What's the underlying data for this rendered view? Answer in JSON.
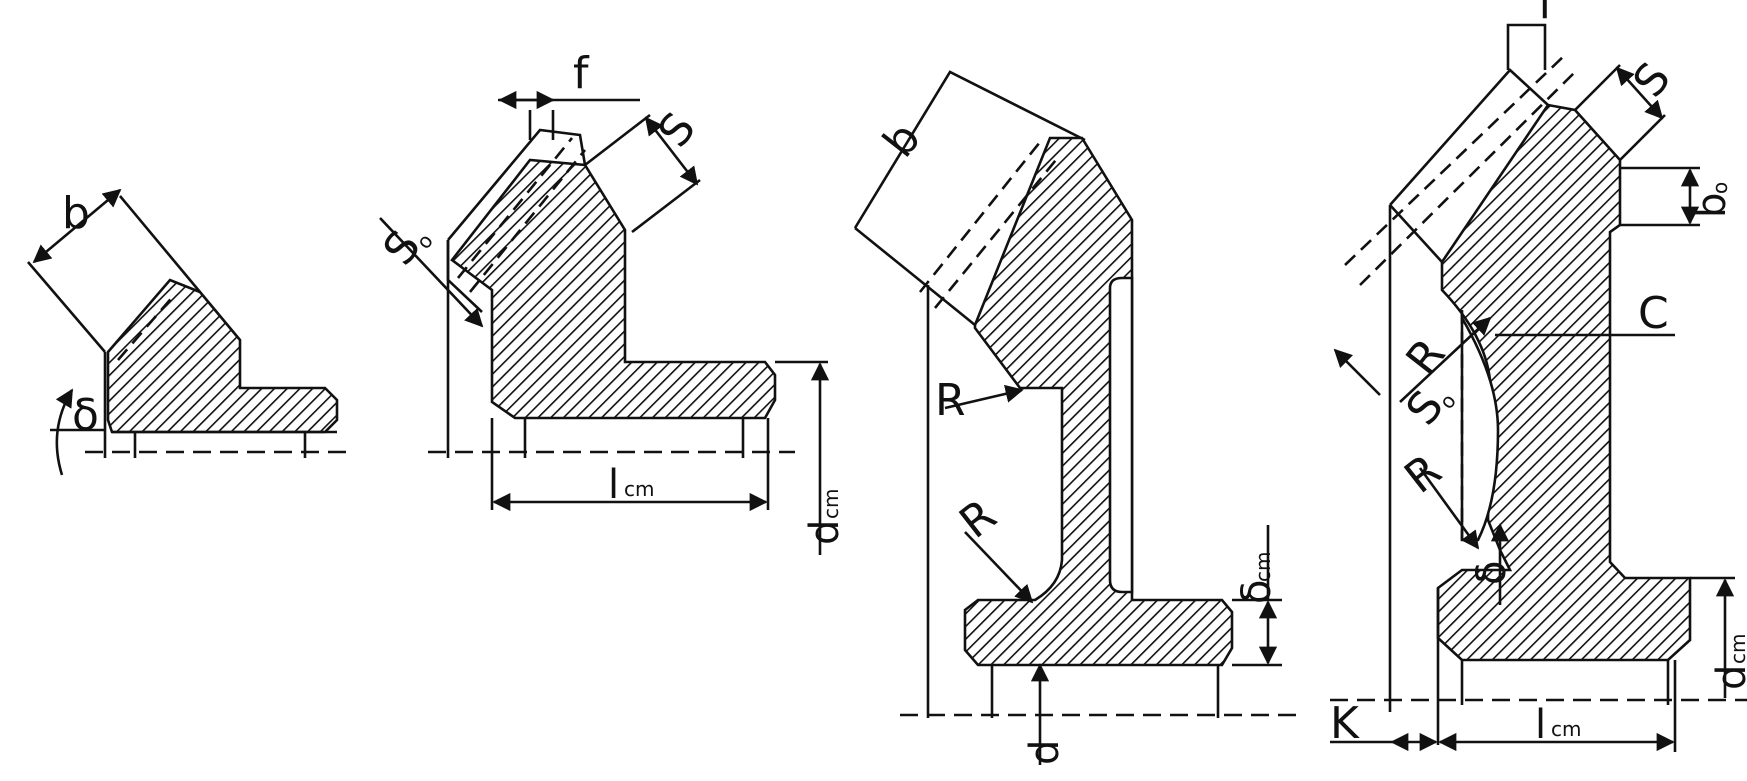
{
  "figures": [
    {
      "id": "fig1",
      "labels": {
        "b": "b",
        "delta": "δ"
      }
    },
    {
      "id": "fig2",
      "labels": {
        "f": "f",
        "s": "S",
        "s0": "S",
        "s0_sub": "o",
        "l": "l",
        "l_sub": "cm",
        "d": "d",
        "d_sub": "cm"
      }
    },
    {
      "id": "fig3",
      "labels": {
        "b": "b",
        "r_top": "R",
        "r_bottom": "R",
        "delta": "δ",
        "delta_sub": "cm",
        "d": "d"
      }
    },
    {
      "id": "fig4",
      "labels": {
        "f": "f",
        "s": "S",
        "b": "b",
        "b_sub": "o",
        "c": "C",
        "r_top": "R",
        "r_bottom": "R",
        "s0": "S",
        "s0_sub": "o",
        "delta": "δ",
        "d": "d",
        "d_sub": "cm",
        "k": "K",
        "l": "l",
        "l_sub": "cm"
      }
    }
  ],
  "colors": {
    "ink": "#111111",
    "paper": "#ffffff"
  }
}
